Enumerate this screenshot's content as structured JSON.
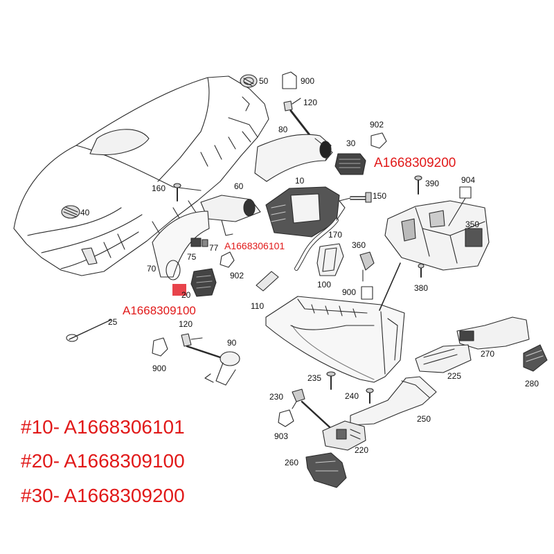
{
  "callouts": {
    "c50": "50",
    "c900a": "900",
    "c120a": "120",
    "c902a": "902",
    "c80": "80",
    "c30": "30",
    "c10": "10",
    "c390": "390",
    "c904": "904",
    "c150": "150",
    "c160": "160",
    "c60": "60",
    "c350": "350",
    "c40": "40",
    "c170": "170",
    "c75": "75",
    "c77": "77",
    "c360": "360",
    "c70": "70",
    "c902b": "902",
    "c100": "100",
    "c20": "20",
    "c900b": "900",
    "c380": "380",
    "c110": "110",
    "c120b": "120",
    "c25": "25",
    "c90": "90",
    "c900c": "900",
    "c270": "270",
    "c225": "225",
    "c235": "235",
    "c280": "280",
    "c230": "230",
    "c240": "240",
    "c250": "250",
    "c903": "903",
    "c220": "220",
    "c260": "260"
  },
  "part_numbers": {
    "p30": "A1668309200",
    "p10": "A1668306101",
    "p20": "A1668309100"
  },
  "legend": [
    "#10- A1668306101",
    "#20- A1668309100",
    "#30- A1668309200"
  ],
  "colors": {
    "highlight": "#e11919",
    "line": "#2a2a2a"
  }
}
